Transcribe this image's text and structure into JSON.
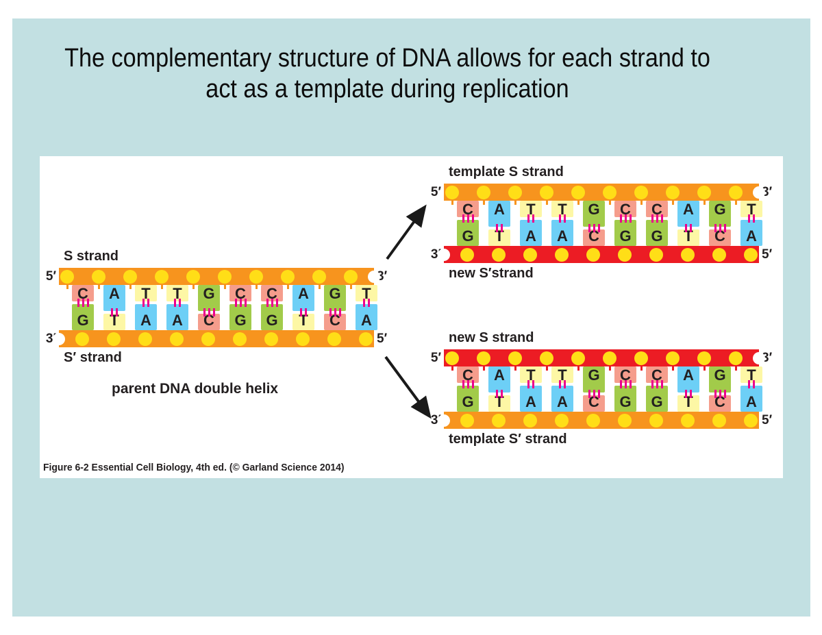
{
  "slide": {
    "title_line1": "The complementary structure of DNA allows for each strand to",
    "title_line2": "act as a template during replication"
  },
  "figure": {
    "caption": "Figure 6-2  Essential Cell Biology, 4th ed. (© Garland Science 2014)",
    "parent_caption": "parent DNA double helix",
    "colors": {
      "slide_bg": "#c2e0e2",
      "panel_bg": "#ffffff",
      "backbone_orange": "#f7941e",
      "backbone_red": "#ec1c24",
      "phosphate_yellow": "#ffde17",
      "hydrogen_bond_pink": "#ec008c",
      "base_A": "#6dcff6",
      "base_T": "#fdf7a5",
      "base_G": "#a2cb4a",
      "base_C": "#f59d8c",
      "text": "#231f20"
    },
    "duplexes": [
      {
        "name": "parent-dna-double-helix",
        "top_label": "S strand",
        "bottom_label": "S′ strand",
        "top_strand_color": "orange",
        "bottom_strand_color": "orange",
        "top_left_end": "5′",
        "top_right_end": "3′",
        "bottom_left_end": "3′",
        "bottom_right_end": "5′",
        "top_bases": [
          "C",
          "A",
          "T",
          "T",
          "G",
          "C",
          "C",
          "A",
          "G",
          "T"
        ],
        "bottom_bases": [
          "G",
          "T",
          "A",
          "A",
          "C",
          "G",
          "G",
          "T",
          "C",
          "A"
        ]
      },
      {
        "name": "daughter-duplex-upper",
        "top_label": "template S strand",
        "bottom_label": "new S′strand",
        "top_strand_color": "orange",
        "bottom_strand_color": "red",
        "top_left_end": "5′",
        "top_right_end": "3′",
        "bottom_left_end": "3′",
        "bottom_right_end": "5′",
        "top_bases": [
          "C",
          "A",
          "T",
          "T",
          "G",
          "C",
          "C",
          "A",
          "G",
          "T"
        ],
        "bottom_bases": [
          "G",
          "T",
          "A",
          "A",
          "C",
          "G",
          "G",
          "T",
          "C",
          "A"
        ]
      },
      {
        "name": "daughter-duplex-lower",
        "top_label": "new S strand",
        "bottom_label": "template S′ strand",
        "top_strand_color": "red",
        "bottom_strand_color": "orange",
        "top_left_end": "5′",
        "top_right_end": "3′",
        "bottom_left_end": "3′",
        "bottom_right_end": "5′",
        "top_bases": [
          "C",
          "A",
          "T",
          "T",
          "G",
          "C",
          "C",
          "A",
          "G",
          "T"
        ],
        "bottom_bases": [
          "G",
          "T",
          "A",
          "A",
          "C",
          "G",
          "G",
          "T",
          "C",
          "A"
        ]
      }
    ]
  }
}
